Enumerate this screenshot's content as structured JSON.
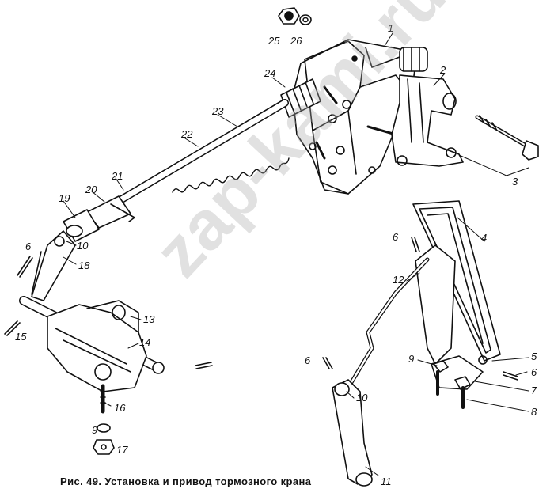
{
  "figure": {
    "caption": "Рис. 49. Установка и привод тормозного крана",
    "watermark": "zap-kami.ru"
  },
  "callouts": {
    "c1": "1",
    "c2": "2",
    "c3": "3",
    "c4": "4",
    "c5": "5",
    "c6a": "6",
    "c6b": "6",
    "c6c": "6",
    "c6d": "6",
    "c7": "7",
    "c8": "8",
    "c9a": "9",
    "c9b": "9",
    "c10a": "10",
    "c10b": "10",
    "c11": "11",
    "c12": "12",
    "c13": "13",
    "c14": "14",
    "c15": "15",
    "c16": "16",
    "c17": "17",
    "c18": "18",
    "c19": "19",
    "c20": "20",
    "c21": "21",
    "c22": "22",
    "c23": "23",
    "c24": "24",
    "c25": "25",
    "c26": "26"
  },
  "colors": {
    "ink": "#111111",
    "paper": "#ffffff",
    "watermark": "#aaaaaa"
  }
}
